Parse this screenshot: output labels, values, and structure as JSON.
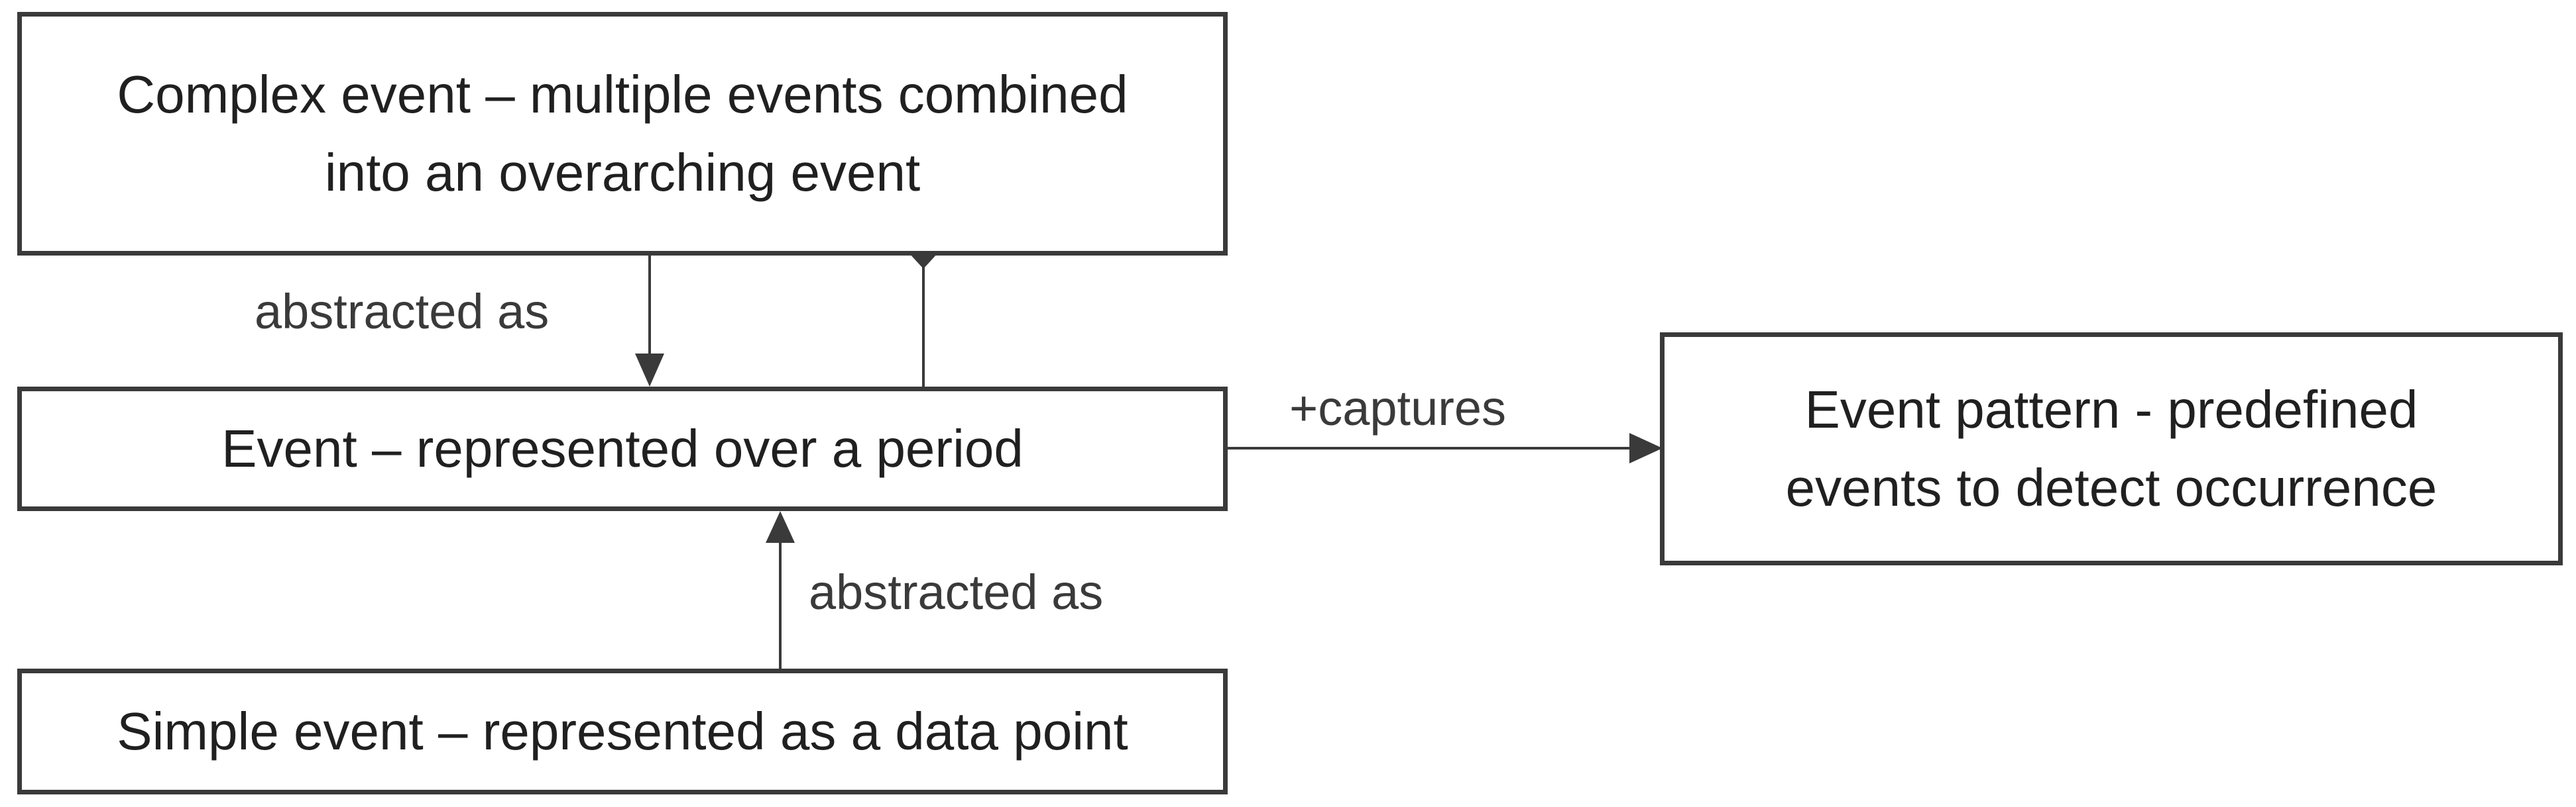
{
  "diagram": {
    "nodes": {
      "complex_event": {
        "text": "Complex event – multiple events combined\ninto an overarching event"
      },
      "event": {
        "text": "Event – represented over a period"
      },
      "simple_event": {
        "text": "Simple event – represented as a data point"
      },
      "event_pattern": {
        "text": "Event pattern - predefined\nevents to detect occurrence"
      }
    },
    "edges": {
      "complex_to_event": {
        "label": "abstracted as"
      },
      "simple_to_event": {
        "label": "abstracted as"
      },
      "event_to_pattern": {
        "label": "+captures"
      }
    },
    "colors": {
      "stroke": "#3a3a3a",
      "text": "#202020",
      "background": "#ffffff"
    }
  }
}
